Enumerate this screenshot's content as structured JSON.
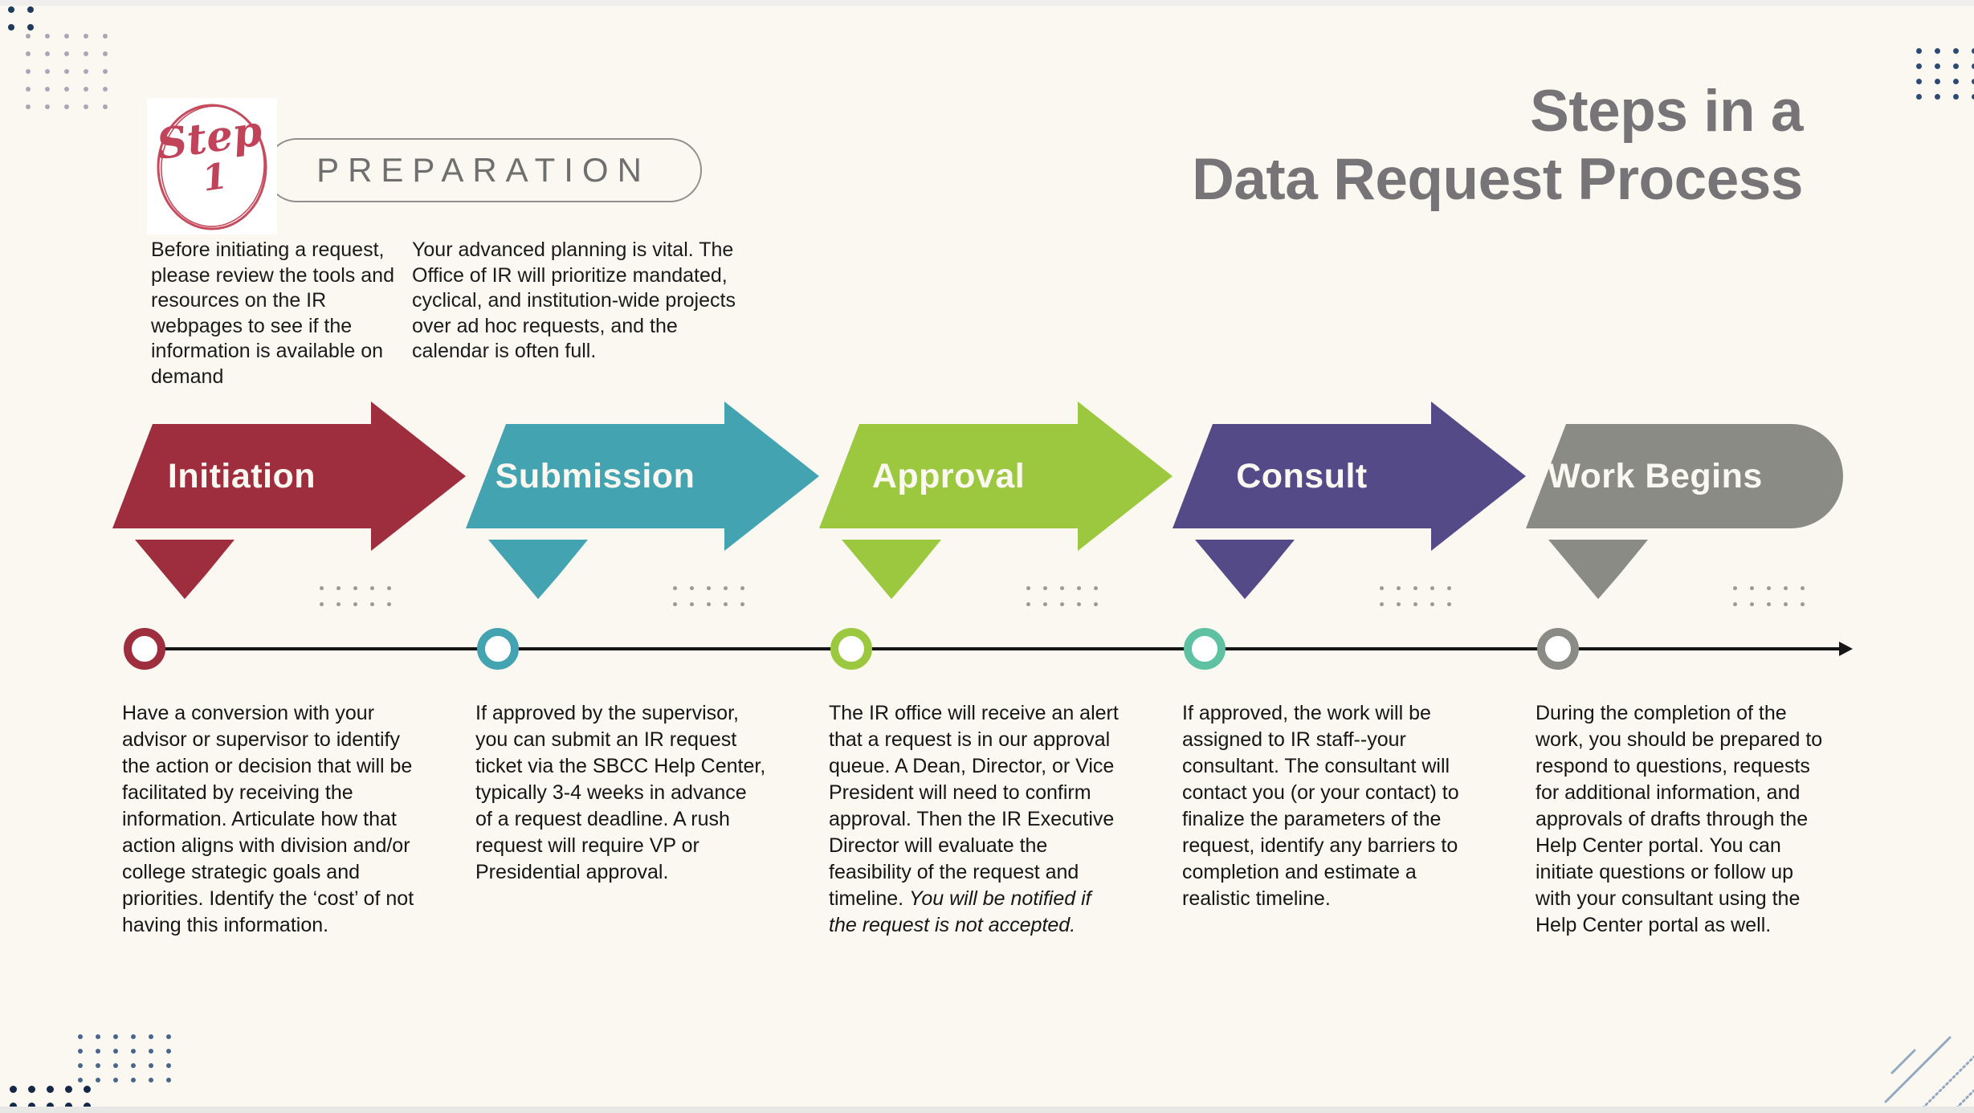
{
  "page": {
    "background": "#FAF8F1"
  },
  "header": {
    "step_badge": {
      "word": "Step",
      "number": "1",
      "color": "#C0435A"
    },
    "category_pill": "PREPARATION",
    "title_line1": "Steps in a",
    "title_line2": "Data Request Process",
    "title_color": "#767476",
    "intro_left": "Before initiating a request, please review the tools and resources on the IR webpages to see if the information is available on demand",
    "intro_right": "Your advanced planning is  vital. The Office of IR will prioritize mandated, cyclical, and institution-wide projects over ad hoc requests, and the calendar is often full."
  },
  "steps": [
    {
      "label": "Initiation",
      "arrow_color": "#9E2D3D",
      "ring_color": "#9E2D3D",
      "description": "Have a conversion with your advisor or supervisor to identify the action or decision that will be facilitated by receiving the information. Articulate how that action aligns with division and/or college strategic goals and priorities. Identify the ‘cost’ of not having this information."
    },
    {
      "label": "Submission",
      "arrow_color": "#44A3B1",
      "ring_color": "#44A3B1",
      "description": "If approved by the supervisor, you can submit an IR request ticket via the SBCC Help Center, typically 3-4 weeks in advance of a request deadline. A rush request will require VP or Presidential approval."
    },
    {
      "label": "Approval",
      "arrow_color": "#9CC83F",
      "ring_color": "#9CC83F",
      "description": "The IR office will receive an alert that a request is in our approval queue. A Dean, Director, or Vice President will need to confirm approval. Then the IR Executive Director will evaluate the feasibility of the request and timeline. ",
      "description_italic": "You will be notified if the request is not accepted."
    },
    {
      "label": "Consult",
      "arrow_color": "#554A88",
      "ring_color": "#5EC1A1",
      "description": "If approved, the work will be assigned to IR staff--your consultant. The consultant will contact you (or your contact) to finalize the parameters of the request, identify any barriers to completion and estimate a realistic timeline."
    },
    {
      "label": "Work Begins",
      "arrow_color": "#8A8B84",
      "ring_color": "#8A8B84",
      "description": "During the completion of the work, you should be prepared to respond to questions, requests for additional information, and approvals of drafts through the Help Center portal. You can initiate questions or follow up with your consultant using the Help Center portal as well."
    }
  ]
}
